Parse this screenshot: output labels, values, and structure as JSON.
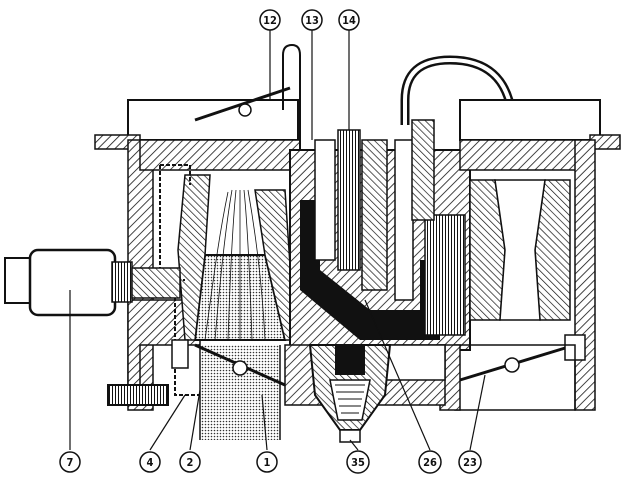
{
  "callouts": [
    {
      "id": "c12",
      "label": "12"
    },
    {
      "id": "c13",
      "label": "13"
    },
    {
      "id": "c14",
      "label": "14"
    },
    {
      "id": "c7",
      "label": "7"
    },
    {
      "id": "c4",
      "label": "4"
    },
    {
      "id": "c2",
      "label": "2"
    },
    {
      "id": "c1",
      "label": "1"
    },
    {
      "id": "c35",
      "label": "35"
    },
    {
      "id": "c26",
      "label": "26"
    },
    {
      "id": "c23",
      "label": "23"
    }
  ],
  "colors": {
    "ink": "#111111",
    "paper": "#ffffff"
  },
  "icons": [
    "carburetor-cross-section-drawing"
  ]
}
